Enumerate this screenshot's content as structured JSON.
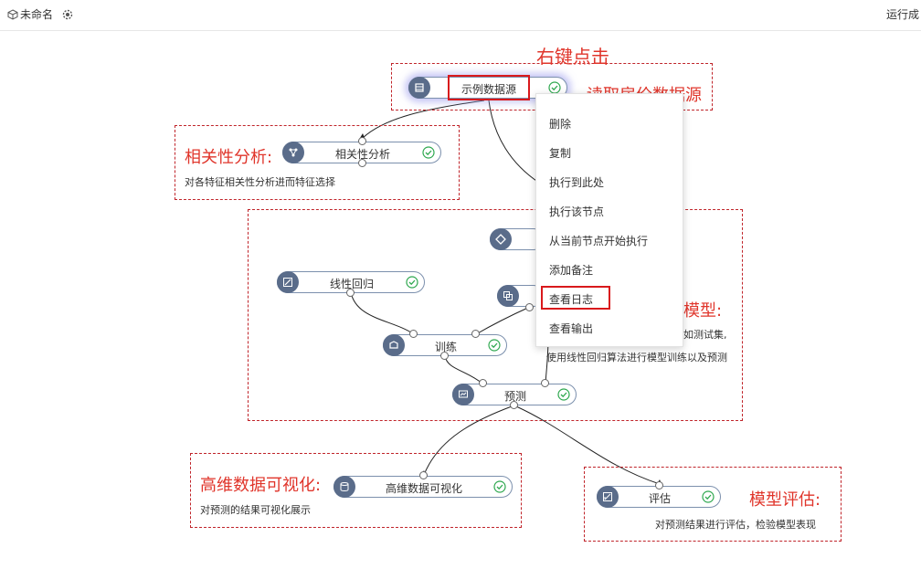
{
  "header": {
    "doc_title": "未命名",
    "run_status": "运行成"
  },
  "annotations": {
    "right_click": "右键点击",
    "read_source": "读取房价数据源",
    "corr_title": "相关性分析:",
    "corr_note": "对各特征相关性分析进而特征选择",
    "model_title": "模型:",
    "model_note_1": "如测试集,",
    "model_note_2": "使用线性回归算法进行模型训练以及预测",
    "viz_title": "高维数据可视化:",
    "viz_note": "对预测的结果可视化展示",
    "eval_title": "模型评估:",
    "eval_note": "对预测结果进行评估，检验模型表现"
  },
  "nodes": {
    "source": "示例数据源",
    "corr": "相关性分析",
    "linreg": "线性回归",
    "train": "训练",
    "predict": "预测",
    "viz": "高维数据可视化",
    "evaluate": "评估"
  },
  "context_menu": {
    "items": [
      "删除",
      "复制",
      "执行到此处",
      "执行该节点",
      "从当前节点开始执行",
      "添加备注",
      "查看日志",
      "查看输出"
    ]
  },
  "colors": {
    "accent_red": "#e0352b",
    "node_icon": "#5a6c8a",
    "check_green": "#2fa84f"
  }
}
